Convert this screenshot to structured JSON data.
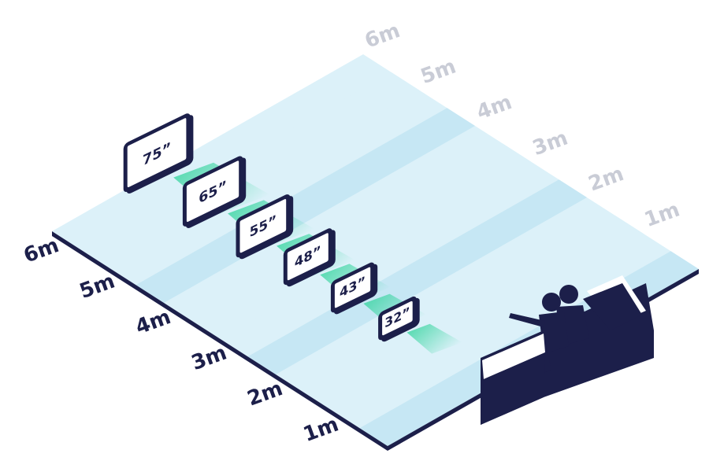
{
  "colors": {
    "navy": "#1c1f4a",
    "floor_light": "#dcf1f9",
    "floor_dark": "#c6e7f4",
    "glow": "#2ed39a",
    "screen": "#ffffff",
    "axis_near": "#1c1f4a",
    "axis_far": "#c9ccd6"
  },
  "left_axis_labels": [
    "6m",
    "5m",
    "4m",
    "3m",
    "2m",
    "1m"
  ],
  "right_axis_labels": [
    "6m",
    "5m",
    "4m",
    "3m",
    "2m",
    "1m"
  ],
  "tvs": [
    {
      "label": "75”",
      "distance_m": 5.5
    },
    {
      "label": "65”",
      "distance_m": 4.5
    },
    {
      "label": "55”",
      "distance_m": 3.6
    },
    {
      "label": "48”",
      "distance_m": 2.8
    },
    {
      "label": "43”",
      "distance_m": 2.0
    },
    {
      "label": "32”",
      "distance_m": 1.2
    }
  ],
  "icons": {
    "sofa": "sofa-icon",
    "viewers": "viewers-icon"
  }
}
